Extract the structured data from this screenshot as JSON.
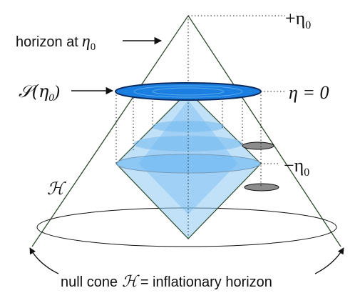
{
  "labels": {
    "top_eta": "+η",
    "top_eta_sub": "0",
    "horizon_at": "horizon at",
    "horizon_eta": "η",
    "horizon_eta_sub": "0",
    "surface": "𝒮(η",
    "surface_sub": "0",
    "surface_close": ")",
    "eta_zero": "η = 0",
    "minus_eta": "−η",
    "minus_eta_sub": "0",
    "script_h": "ℋ",
    "caption_prefix": "null cone",
    "caption_h": "ℋ",
    "caption_suffix": "= inflationary horizon"
  },
  "colors": {
    "blue_fill": "#63b3f0",
    "blue_dark": "#1a7fe0",
    "disk_stroke": "#0a2a60",
    "gray_disk": "#8c8c8c",
    "line": "#2e4a2e",
    "dotted": "#222222"
  }
}
